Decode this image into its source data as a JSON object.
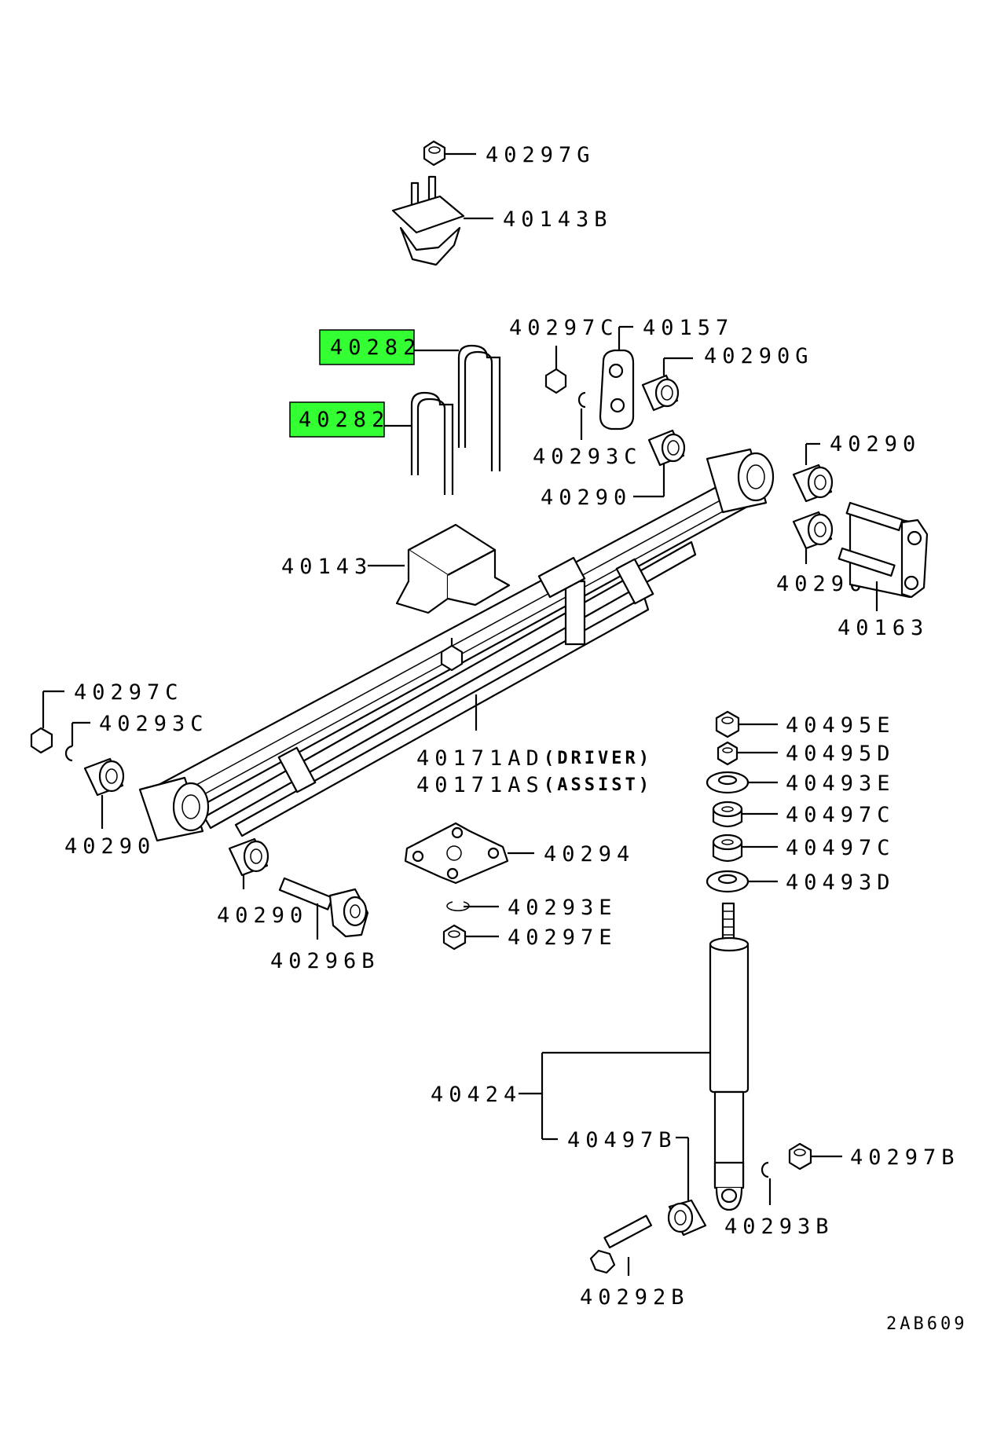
{
  "highlight_color": "#33ff33",
  "callouts": {
    "nut_top": "40297G",
    "spring_seat_top": "40143B",
    "u_bolt_upper": "40282",
    "u_bolt_lower": "40282",
    "nut_shackle": "40297C",
    "shackle_plate": "40157",
    "bushing_shackle_g": "40290G",
    "clip_shackle": "40293C",
    "bushing_shackle_lower": "40290",
    "bushing_rear_upper": "40290",
    "bushing_rear_lower": "40290",
    "shackle_pin": "40163",
    "spring_seat": "40143",
    "nut_front": "40297C",
    "clip_front": "40293C",
    "bushing_front": "40290",
    "bushing_front_lower": "40290",
    "front_pin": "40296B",
    "leaf_driver_code": "40171AD",
    "leaf_driver_note": "(DRIVER)",
    "leaf_assist_code": "40171AS",
    "leaf_assist_note": "(ASSIST)",
    "pad_plate": "40294",
    "clip_pad": "40293E",
    "nut_pad": "40297E",
    "shock_nut_e": "40495E",
    "shock_nut_d": "40495D",
    "shock_washer_e": "40493E",
    "shock_bush_c1": "40497C",
    "shock_bush_c2": "40497C",
    "shock_washer_d": "40493D",
    "shock_absorber": "40424",
    "shock_bush_b": "40497B",
    "shock_nut_b": "40297B",
    "shock_clip_b": "40293B",
    "shock_bolt": "40292B",
    "diagram_code": "2AB609"
  }
}
